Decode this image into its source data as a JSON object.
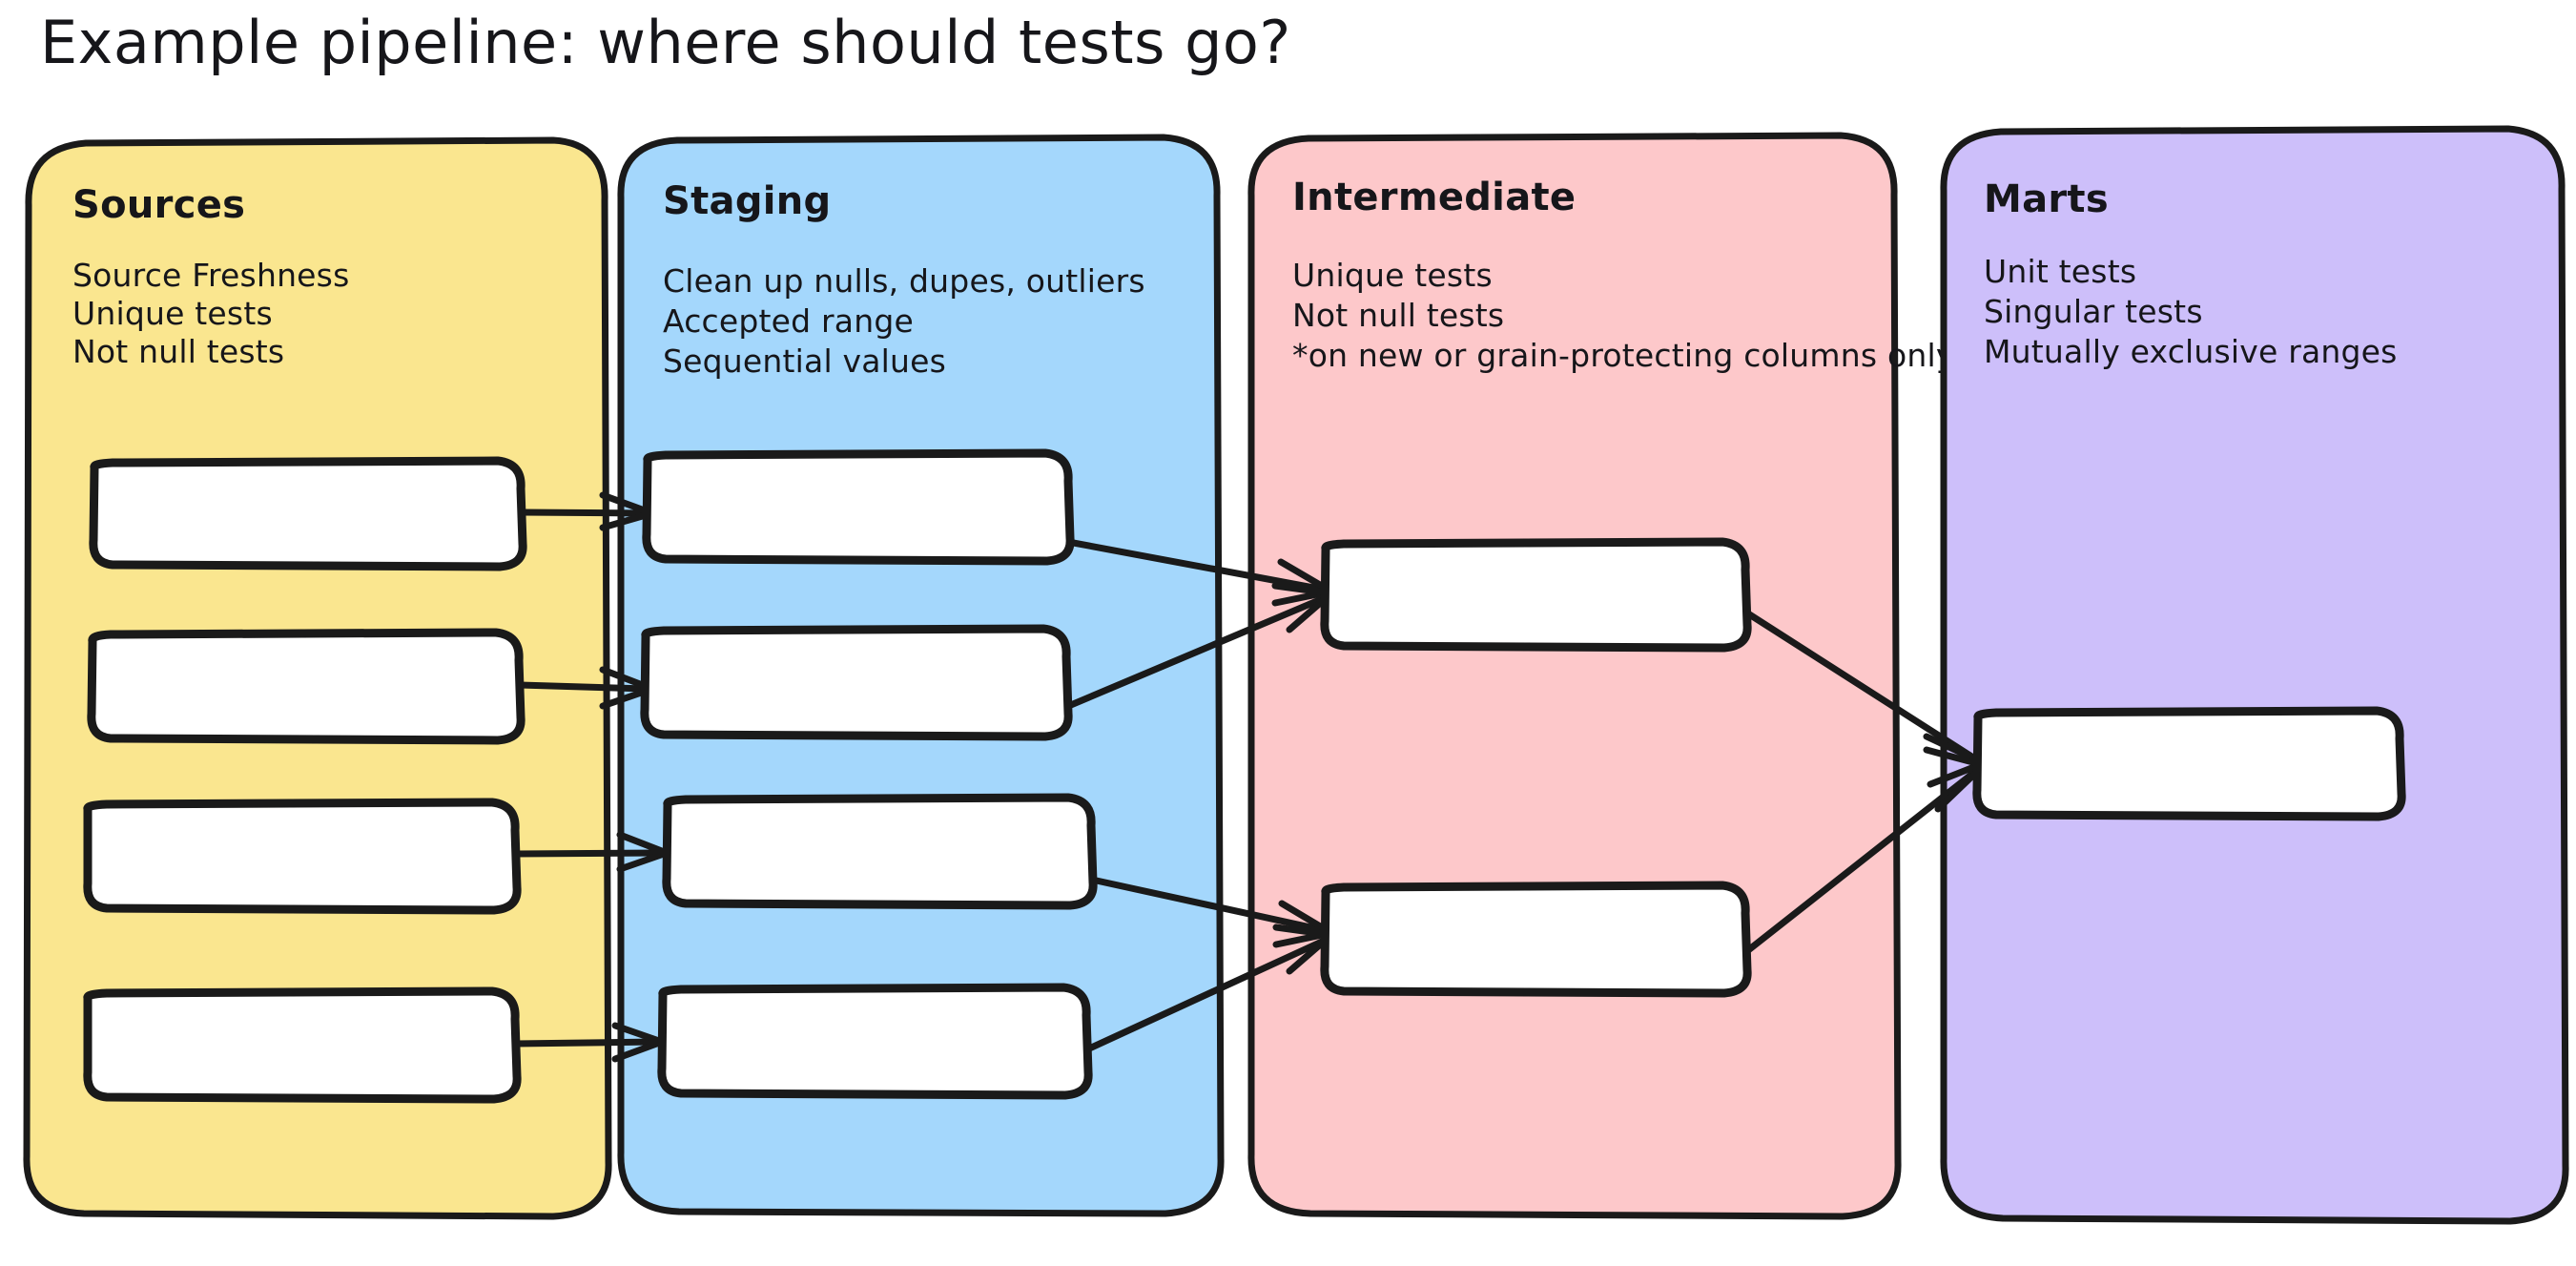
{
  "diagram": {
    "title": "Example pipeline: where should tests go?",
    "background_color": "#ffffff",
    "stroke_color": "#1a1a1a",
    "node_fill": "#ffffff",
    "columns": [
      {
        "id": "sources",
        "title": "Sources",
        "fill": "#FAE68F",
        "bullets": [
          "Source Freshness",
          "Unique tests",
          "Not null tests"
        ],
        "node_count": 4
      },
      {
        "id": "staging",
        "title": "Staging",
        "fill": "#A4D7FC",
        "bullets": [
          "Clean up nulls, dupes, outliers",
          "Accepted range",
          "Sequential values"
        ],
        "node_count": 4
      },
      {
        "id": "intermediate",
        "title": "Intermediate",
        "fill": "#FDC8CA",
        "bullets": [
          "Unique tests",
          "Not null tests",
          "*on new or grain-protecting columns only"
        ],
        "node_count": 2
      },
      {
        "id": "marts",
        "title": "Marts",
        "fill": "#CDBFFA",
        "bullets": [
          "Unit tests",
          "Singular tests",
          "Mutually exclusive ranges"
        ],
        "node_count": 1
      }
    ],
    "edges": [
      {
        "from": "sources-node-1",
        "to": "staging-node-1"
      },
      {
        "from": "sources-node-2",
        "to": "staging-node-2"
      },
      {
        "from": "sources-node-3",
        "to": "staging-node-3"
      },
      {
        "from": "sources-node-4",
        "to": "staging-node-4"
      },
      {
        "from": "staging-node-1",
        "to": "intermediate-node-1"
      },
      {
        "from": "staging-node-2",
        "to": "intermediate-node-1"
      },
      {
        "from": "staging-node-3",
        "to": "intermediate-node-2"
      },
      {
        "from": "staging-node-4",
        "to": "intermediate-node-2"
      },
      {
        "from": "intermediate-node-1",
        "to": "marts-node-1"
      },
      {
        "from": "intermediate-node-2",
        "to": "marts-node-1"
      }
    ]
  }
}
